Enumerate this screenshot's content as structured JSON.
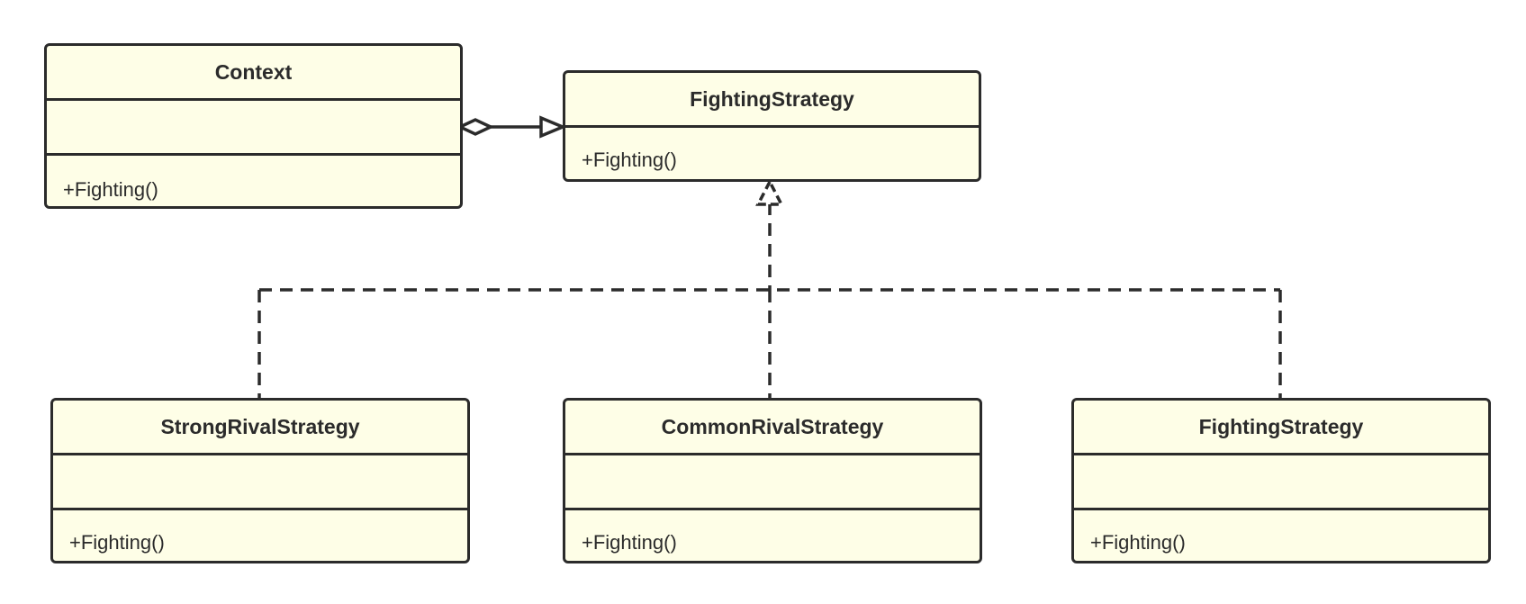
{
  "classes": {
    "context": {
      "name": "Context",
      "operation": "+Fighting()"
    },
    "strategy": {
      "name": "FightingStrategy",
      "operation": "+Fighting()"
    },
    "strong": {
      "name": "StrongRivalStrategy",
      "operation": "+Fighting()"
    },
    "common": {
      "name": "CommonRivalStrategy",
      "operation": "+Fighting()"
    },
    "fighting": {
      "name": "FightingStrategy",
      "operation": "+Fighting()"
    }
  },
  "relationships": [
    {
      "type": "aggregation",
      "from": "Context",
      "to": "FightingStrategy"
    },
    {
      "type": "realization",
      "from": "StrongRivalStrategy",
      "to": "FightingStrategy"
    },
    {
      "type": "realization",
      "from": "CommonRivalStrategy",
      "to": "FightingStrategy"
    },
    {
      "type": "realization",
      "from": "FightingStrategy",
      "to": "FightingStrategy"
    }
  ]
}
